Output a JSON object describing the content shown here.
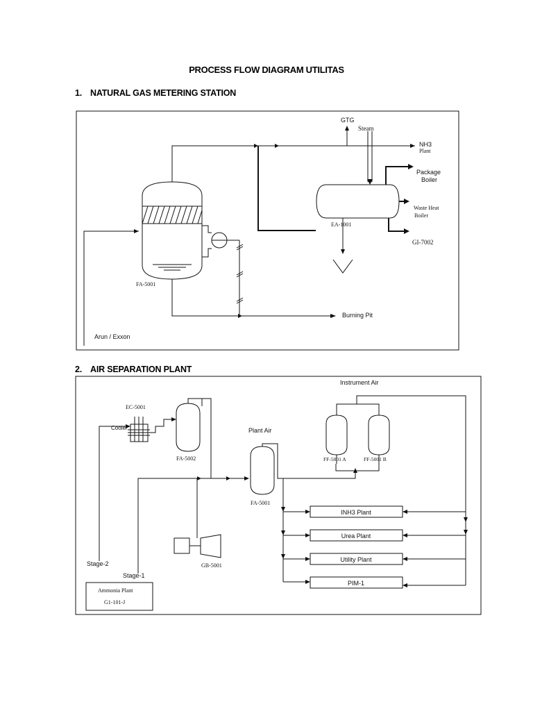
{
  "document": {
    "title": "PROCESS FLOW DIAGRAM UTILITAS",
    "sections": [
      {
        "number": "1.",
        "heading": "NATURAL GAS METERING STATION"
      },
      {
        "number": "2.",
        "heading": "AIR SEPARATION PLANT"
      }
    ]
  },
  "diagram1": {
    "labels": {
      "gtg": "GTG",
      "steam": "Steam",
      "nh3_line1": "NH3",
      "nh3_line2": "Plant",
      "package_line1": "Package",
      "package_line2": "Boiler",
      "waste_line1": "Waste Heat",
      "waste_line2": "Boiler",
      "ea1001": "EA-1001",
      "gi7002": "GI-7002",
      "fa5001": "FA-5001",
      "burning_pit": "Burning Pit",
      "source": "Arun / Exxon"
    }
  },
  "diagram2": {
    "labels": {
      "instrument_air": "Instrument Air",
      "ec5001": "EC-5001",
      "cooler": "Cooler",
      "fa5002": "FA-5002",
      "plant_air": "Plant Air",
      "fa5001": "FA-5001",
      "ff5001a": "FF-5001 A",
      "ff5001b": "FF-5001 B",
      "gb5001": "GB-5001",
      "stage2": "Stage-2",
      "stage1": "Stage-1",
      "ammonia_line1": "Ammonia Plant",
      "ammonia_line2": "G1-101-J"
    },
    "destinations": [
      "INH3 Plant",
      "Urea Plant",
      "Utility Plant",
      "PIM-1"
    ]
  }
}
